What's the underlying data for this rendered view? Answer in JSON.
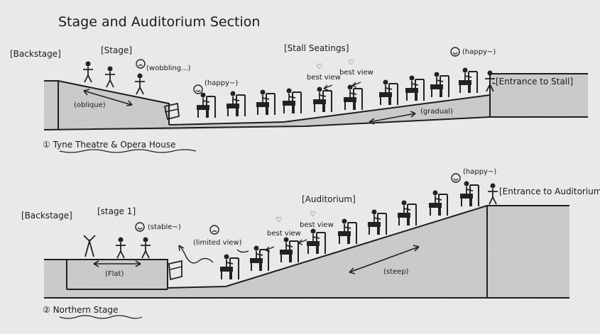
{
  "title": "Stage and Auditorium Section",
  "section1": {
    "name": "① Tyne Theatre & Opera House",
    "labels": {
      "backstage": "[Backstage]",
      "stage": "[Stage]",
      "stall_seatings": "[Stall Seatings]",
      "entrance": "[Entrance to Stall]",
      "oblique": "(oblique)",
      "gradual": "(gradual)",
      "wobbling": "(wobbling...)",
      "happy_front": "(happy~)",
      "happy_back": "(happy~)",
      "best_view_1": "best view",
      "best_view_2": "best view"
    }
  },
  "section2": {
    "name": "② Northern Stage",
    "labels": {
      "backstage": "[Backstage]",
      "stage": "[stage 1]",
      "auditorium": "[Auditorium]",
      "entrance": "[Entrance to Auditorium]",
      "flat": "(Flat)",
      "steep": "(steep)",
      "stable": "(stable~)",
      "limited_view": "(limited view)",
      "happy": "(happy~)",
      "best_view_1": "best view",
      "best_view_2": "best view"
    }
  }
}
